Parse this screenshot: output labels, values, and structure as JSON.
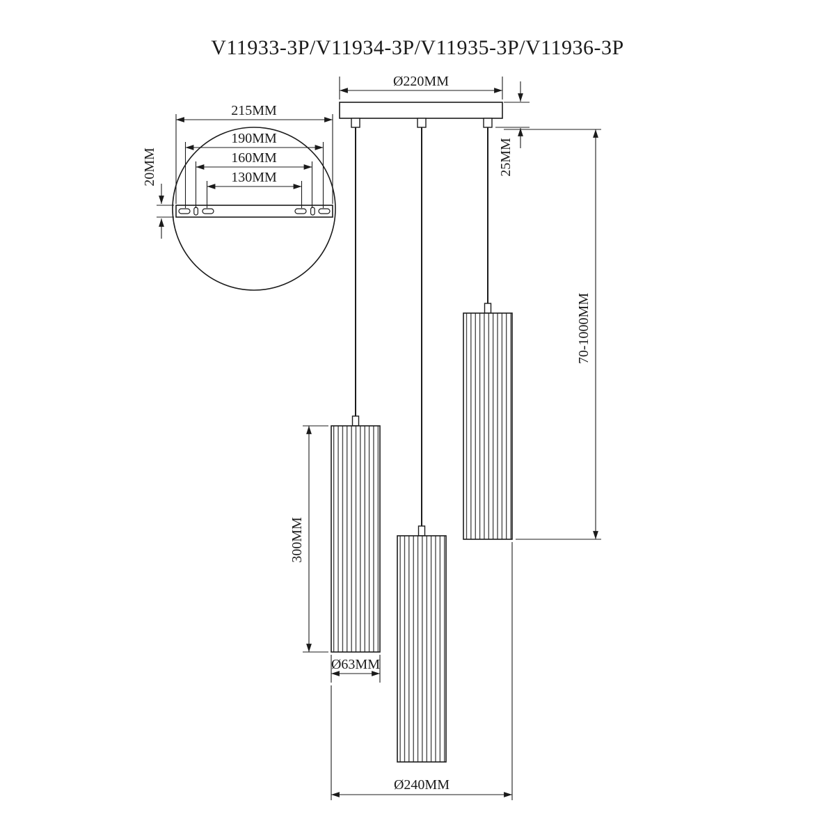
{
  "title": "V11933-3P/V11934-3P/V11935-3P/V11936-3P",
  "canopy": {
    "diameter_label": "Ø220MM",
    "height_label": "25MM"
  },
  "suspension": {
    "range_label": "70-1000MM"
  },
  "mounting_plate_detail": {
    "length_label": "215MM",
    "hole_spacing_outer_label": "190MM",
    "hole_spacing_middle_label": "160MM",
    "hole_spacing_inner_label": "130MM",
    "height_label": "20MM"
  },
  "shade": {
    "length_label": "300MM",
    "diameter_label": "Ø63MM"
  },
  "fixture": {
    "overall_diameter_label": "Ø240MM"
  },
  "colors": {
    "line": "#1b1b1b",
    "background": "#ffffff"
  }
}
